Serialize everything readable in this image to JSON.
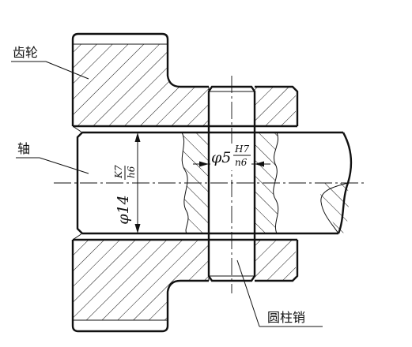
{
  "labels": {
    "gear": "齿轮",
    "shaft": "轴",
    "pin": "圆柱销"
  },
  "dimensions": {
    "bore_prefix": "φ14",
    "bore_upper": "K7",
    "bore_lower": "h6",
    "pin_prefix": "φ5",
    "pin_upper": "H7",
    "pin_lower": "n6"
  }
}
